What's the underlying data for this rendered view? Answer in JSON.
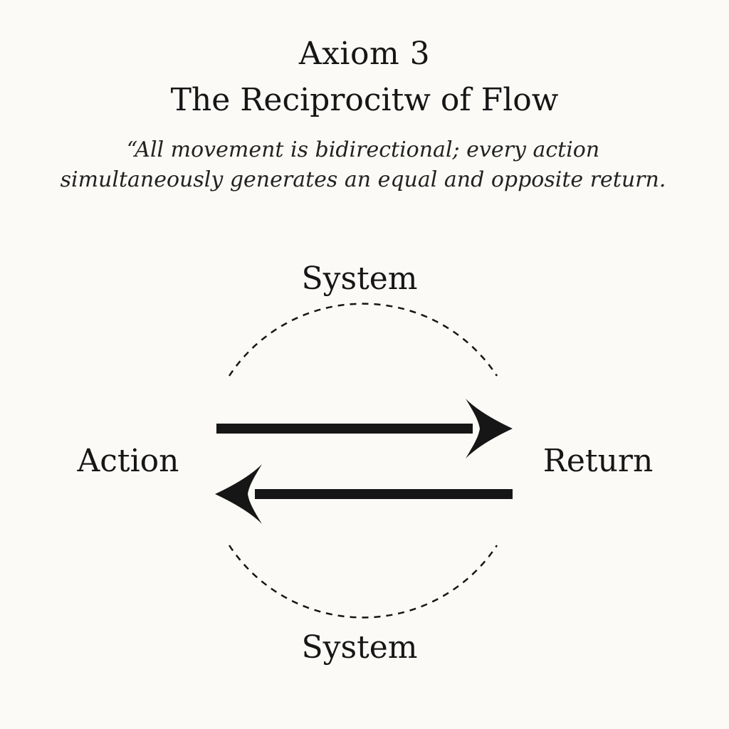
{
  "header": {
    "title": "Axiom 3",
    "subtitle": "The Reciprocitw of Flow",
    "quote": "“All movement is bidirectional; every action simultaneously generates an equal and opposite return."
  },
  "diagram": {
    "nodes": {
      "system_top": "System",
      "system_bottom": "System",
      "action": "Action",
      "return": "Return"
    },
    "arrows": [
      {
        "from": "Action",
        "to": "Return"
      },
      {
        "from": "Return",
        "to": "Action"
      }
    ],
    "ink_color": "#161616",
    "background_color": "#fbfaf7"
  }
}
